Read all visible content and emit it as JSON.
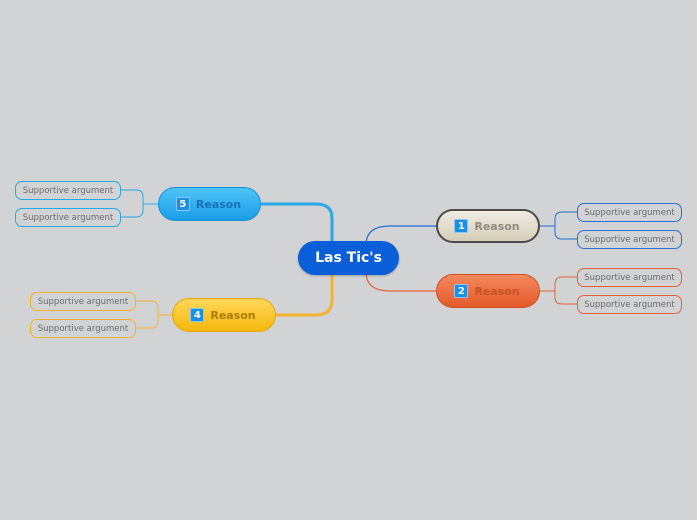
{
  "central_topic": {
    "label": "Las Tic's"
  },
  "branches": {
    "reason1": {
      "number": "1",
      "label": "Reason",
      "color": "#1f6fd0",
      "subtopics": [
        "Supportive argument",
        "Supportive argument"
      ]
    },
    "reason2": {
      "number": "2",
      "label": "Reason",
      "color": "#e8603a",
      "subtopics": [
        "Supportive argument",
        "Supportive argument"
      ]
    },
    "reason4": {
      "number": "4",
      "label": "Reason",
      "color": "#f3b32e",
      "subtopics": [
        "Supportive argument",
        "Supportive argument"
      ]
    },
    "reason5": {
      "number": "5",
      "label": "Reason",
      "color": "#29a7e8",
      "subtopics": [
        "Supportive argument",
        "Supportive argument"
      ]
    }
  }
}
